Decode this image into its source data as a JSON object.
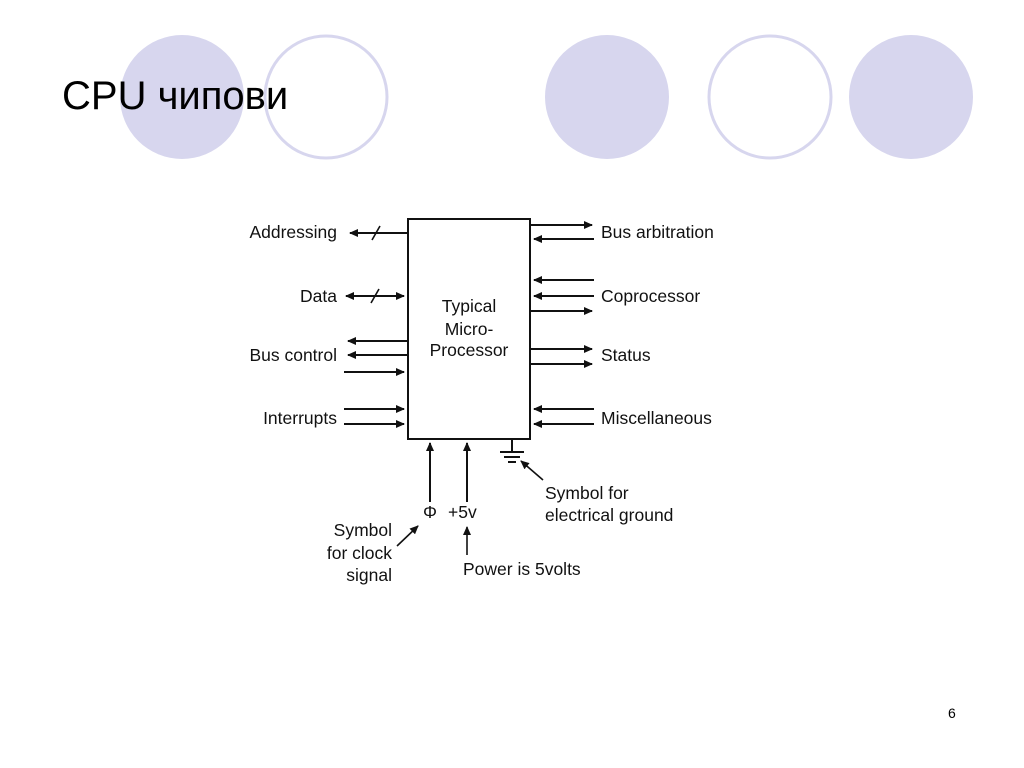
{
  "slide": {
    "title": "CPU чипови",
    "page_number": "6"
  },
  "theme": {
    "circle_fill": "#d7d6ee",
    "circle_stroke": "#d7d6ee",
    "line_color": "#111111"
  },
  "diagram": {
    "chip_label": [
      "Typical",
      "Micro-",
      "Processor"
    ],
    "left_groups": [
      "Addressing",
      "Data",
      "Bus control",
      "Interrupts"
    ],
    "right_groups": [
      "Bus arbitration",
      "Coprocessor",
      "Status",
      "Miscellaneous"
    ],
    "clock_symbol": "Φ",
    "power_label": "+5v",
    "clock_note": [
      "Symbol",
      "for clock",
      "signal"
    ],
    "power_note": "Power is 5volts",
    "ground_note": [
      "Symbol for",
      "electrical ground"
    ]
  }
}
